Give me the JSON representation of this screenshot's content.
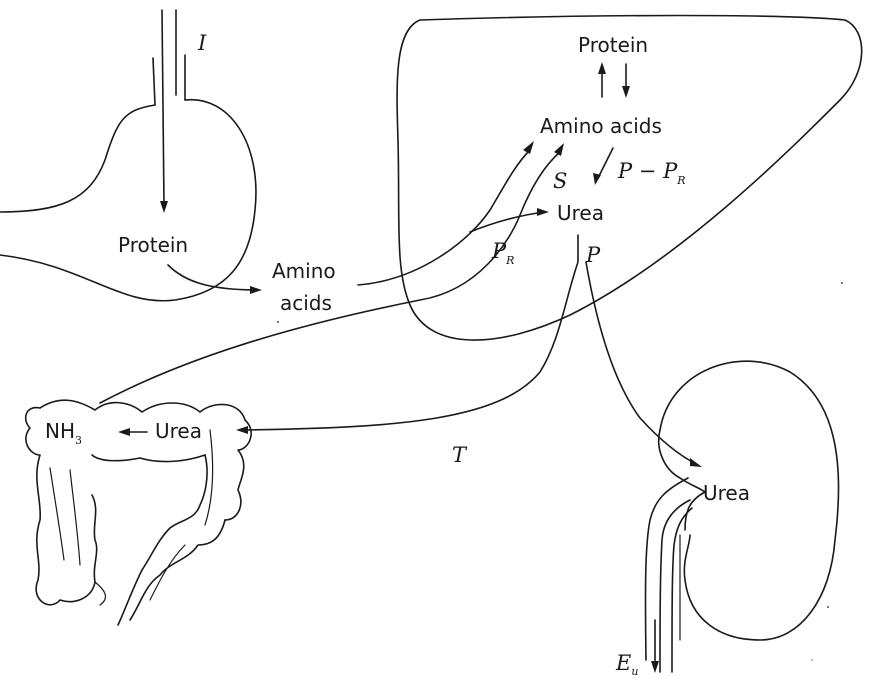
{
  "labels": {
    "intake": "I",
    "stomach_protein": "Protein",
    "amino_line1": "Amino",
    "amino_line2": "acids",
    "liver_protein": "Protein",
    "liver_amino": "Amino acids",
    "synthesis": "S",
    "p_minus": "P − P",
    "p_minus_sub": "R",
    "liver_urea": "Urea",
    "p_r": "P",
    "p_r_sub": "R",
    "production": "P",
    "gut_nh3": "NH",
    "gut_nh3_sub": "3",
    "gut_urea": "Urea",
    "transfer": "T",
    "kidney_urea": "Urea",
    "excretion": "E",
    "excretion_sub": "u"
  },
  "colors": {
    "ink": "#1a1a1a",
    "background": "#ffffff"
  }
}
